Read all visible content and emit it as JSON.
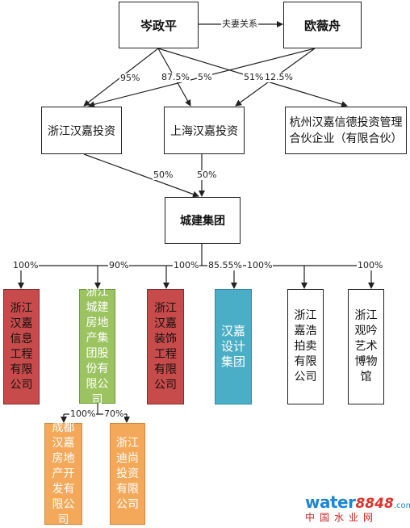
{
  "people": {
    "cen": "岑政平",
    "ou": "欧薇舟",
    "relation": "夫妻关系"
  },
  "holdings": {
    "zhejiang_hanjia": "浙江汉嘉投资",
    "shanghai_hanjia": "上海汉嘉投资",
    "hangzhou_line1": "杭州汉嘉信德投资管理",
    "hangzhou_line2": "合伙企业（有限合伙）"
  },
  "group": "城建集团",
  "subsidiaries": [
    {
      "text": "浙江汉嘉信息工程有限公司",
      "color": "#c84b4b"
    },
    {
      "text": "浙江城建房地产集团股份有限公司",
      "color": "#9bc35f"
    },
    {
      "text": "浙江汉嘉装饰工程有限公司",
      "color": "#c84b4b"
    },
    {
      "text": "汉嘉设计集团",
      "color": "#4aaec6"
    },
    {
      "text": "浙江嘉浩拍卖有限公司",
      "color": "#ffffff"
    },
    {
      "text": "浙江观吟艺术博物馆",
      "color": "#ffffff"
    }
  ],
  "sub_subsidiaries": [
    {
      "text": "成都汉嘉房地产开发有限公司",
      "color": "#f4a95a"
    },
    {
      "text": "浙江迪尚投资有限公司",
      "color": "#f4a95a"
    }
  ],
  "percentages": {
    "cen_zj": "95%",
    "cen_sh": "87.5%",
    "ou_sh": "5%",
    "ou_zj": "51%",
    "cen_hz": "12.5%",
    "zj_group": "50%",
    "sh_group": "50%",
    "g_info": "100%",
    "g_realestate": "90%",
    "g_decor": "100%",
    "g_design": "85.55%",
    "g_auction": "100%",
    "g_museum": "100%",
    "re_chengdu": "100%",
    "re_dishang": "70%"
  },
  "watermark": {
    "word": "water",
    "num": "8848",
    "dotcom": ".com",
    "cn": "中国水业网"
  }
}
